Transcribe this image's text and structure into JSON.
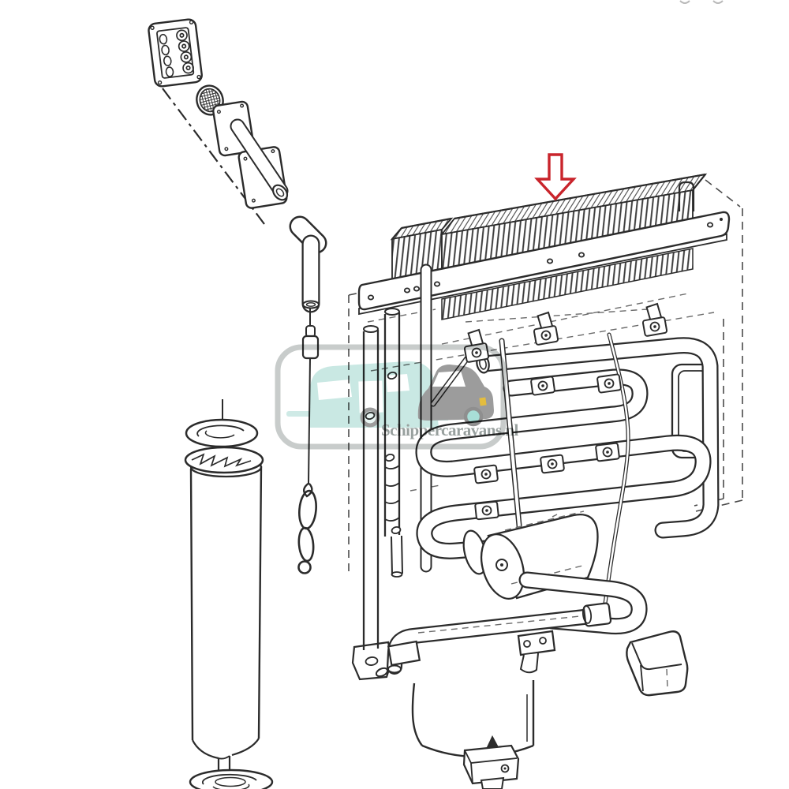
{
  "page": {
    "background": "#ffffff"
  },
  "drawing": {
    "ink_color": "#2b2b2b",
    "dash_color": "#4a4a4a",
    "highlight_arrow": {
      "shape": "down-arrow-outline",
      "color": "#c9242b",
      "fill": "#ffffff"
    },
    "parts": [
      "control-panel",
      "leader-line",
      "vent-grille-disc",
      "mounting-plate-small",
      "mounting-plate-large",
      "burner-tube",
      "igniter-elbow",
      "flame-tube",
      "baffle-suspension-wire",
      "suspension-weight",
      "twisted-baffle",
      "flue-baffle-disc-upper",
      "flue-baffle-disc-lower",
      "flue-tube",
      "bottom-baffle-disc",
      "unit-dashed-outline",
      "absorber-fin-pack",
      "fin-mounting-rail",
      "sensor-wire-loop",
      "back-panel-bar",
      "support-struts",
      "coil-frame-bracket",
      "coil-tubing",
      "capillary-tube",
      "pipe-clips",
      "flue-pipe-left",
      "flue-pipe-right",
      "pipe-foot-bracket",
      "boiler-cylinder",
      "bottom-u-tube",
      "drain-tube",
      "tube-flange",
      "tube-joint",
      "bottom-bracket",
      "burner-cover-cup",
      "accumulator-vessel",
      "vessel-triangle-marker",
      "vessel-bracket"
    ]
  },
  "watermark": {
    "text": "Schippercaravans.nl",
    "text_color": "#98a09e",
    "frame_color": "#c8cccb",
    "caravan_color": "#c9e8e3",
    "caravan_underline_color": "#cfeae6",
    "car_color": "#9c9c9c",
    "car_window_color": "#ffffff",
    "tail_light_color": "#e4bd3e",
    "wheel_accent_color": "#a8ded7"
  }
}
